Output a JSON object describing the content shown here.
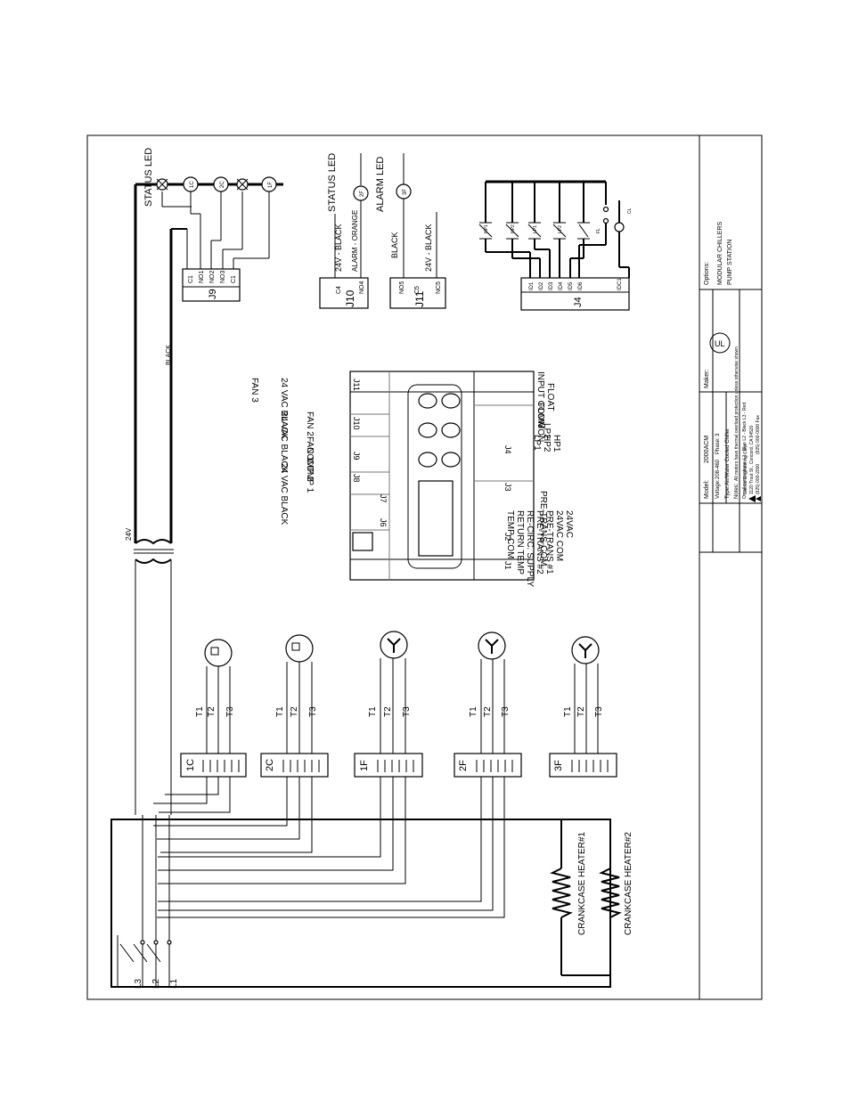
{
  "status_led_1": "STATUS LED",
  "status_led_2": "STATUS LED",
  "alarm_led": "ALARM LED",
  "relays": {
    "r1": "1C",
    "r2": "2C",
    "r3": "1F",
    "r4": "2F",
    "r5": "3F"
  },
  "transformer": "24V",
  "black_label": "BLACK",
  "j9": {
    "name": "J9",
    "pins": [
      "C1",
      "NO1",
      "NO2",
      "NO3",
      "C1"
    ]
  },
  "j10": {
    "name": "J10",
    "pins": [
      "C4",
      "NO4"
    ],
    "wires": [
      "24V - BLACK",
      "ALARM - ORANGE"
    ]
  },
  "j11": {
    "name": "J11",
    "pins": [
      "NO5",
      "C5",
      "NC5"
    ],
    "wires": [
      "BLACK",
      "24V - BLACK"
    ]
  },
  "j4": {
    "name": "J4",
    "pins": [
      "ID1",
      "ID2",
      "ID3",
      "ID4",
      "ID5",
      "ID6",
      "IDC1"
    ],
    "switches": [
      "HP1",
      "HP2",
      "LP1",
      "LP2",
      "FL",
      "CL"
    ]
  },
  "controller": {
    "right_labels": [
      "INPUT COMMON",
      "FLOAT",
      "FLOW",
      "LP2",
      "LP1",
      "HP2",
      "HP1"
    ],
    "bottom_labels": [
      "PRE-TRANS-COM",
      "TEMP-COM",
      "RETURN TEMP",
      "RE-CIRC. SUPPLY",
      "PRE-TRANS #2",
      "PRE-TRANS #1",
      "24VAC COM",
      "24VAC"
    ],
    "left_labels": [
      "FAN 3",
      "24 VAC BLACK",
      "FAN 2",
      "24 VAC BLACK",
      "FAN 1",
      "COMP 2",
      "COMP 1",
      "24 VAC BLACK"
    ],
    "connectors": [
      "J11",
      "J10",
      "J9",
      "J8",
      "J7",
      "J6",
      "J1",
      "J2",
      "J3",
      "J4"
    ]
  },
  "motors": [
    {
      "contactor": "1C",
      "terminals": [
        "T1",
        "T2",
        "T3"
      ]
    },
    {
      "contactor": "2C",
      "terminals": [
        "T1",
        "T2",
        "T3"
      ]
    },
    {
      "contactor": "1F",
      "terminals": [
        "T1",
        "T2",
        "T3"
      ]
    },
    {
      "contactor": "2F",
      "terminals": [
        "T1",
        "T2",
        "T3"
      ]
    },
    {
      "contactor": "3F",
      "terminals": [
        "T1",
        "T2",
        "T3"
      ]
    }
  ],
  "heaters": [
    "CRANKCASE HEATER#1",
    "CRANKCASE HEATER#2"
  ],
  "lines": [
    "L3",
    "L2",
    "L1"
  ],
  "title_block": {
    "options_label": "Options:",
    "options_1": "MODULAR CHILLERS",
    "options_2": "PUMP STATION",
    "model_label": "Model:",
    "model_value": "2000ACM",
    "voltage_label": "Voltage:",
    "voltage_value": "208-460",
    "phase_label": "Phase:",
    "phase_value": "3",
    "type_label": "Type:",
    "type_value": "Air/Water Cooled Chiller",
    "notes_label": "Notes:",
    "notes_1": "All motors have thermal overload protection unless otherwise shown",
    "notes_2": "On all connections: L1 - Blue   L2 - Black   L3 - Red",
    "maker_label": "Maker:",
    "company": "Sterlco Engineering Corp.",
    "address": "1120 Trout St., Concord, CA 94520",
    "phone": "(925) 000-2000",
    "fax": "(925) 000-0000 Fax"
  }
}
